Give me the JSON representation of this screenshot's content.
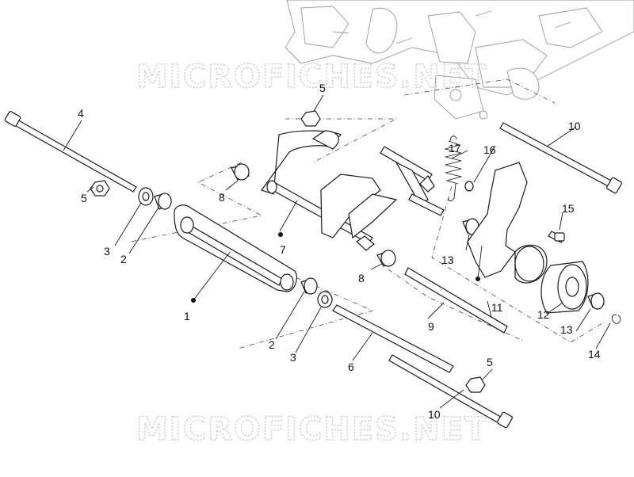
{
  "watermark": {
    "top": "MICROFICHES.NET",
    "bottom": "MICROFICHES.NET"
  },
  "callouts": [
    "1",
    "2",
    "2",
    "3",
    "3",
    "4",
    "5",
    "5",
    "5",
    "6",
    "7",
    "8",
    "8",
    "9",
    "10",
    "10",
    "11",
    "12",
    "13",
    "13",
    "14",
    "15",
    "16",
    "17"
  ]
}
